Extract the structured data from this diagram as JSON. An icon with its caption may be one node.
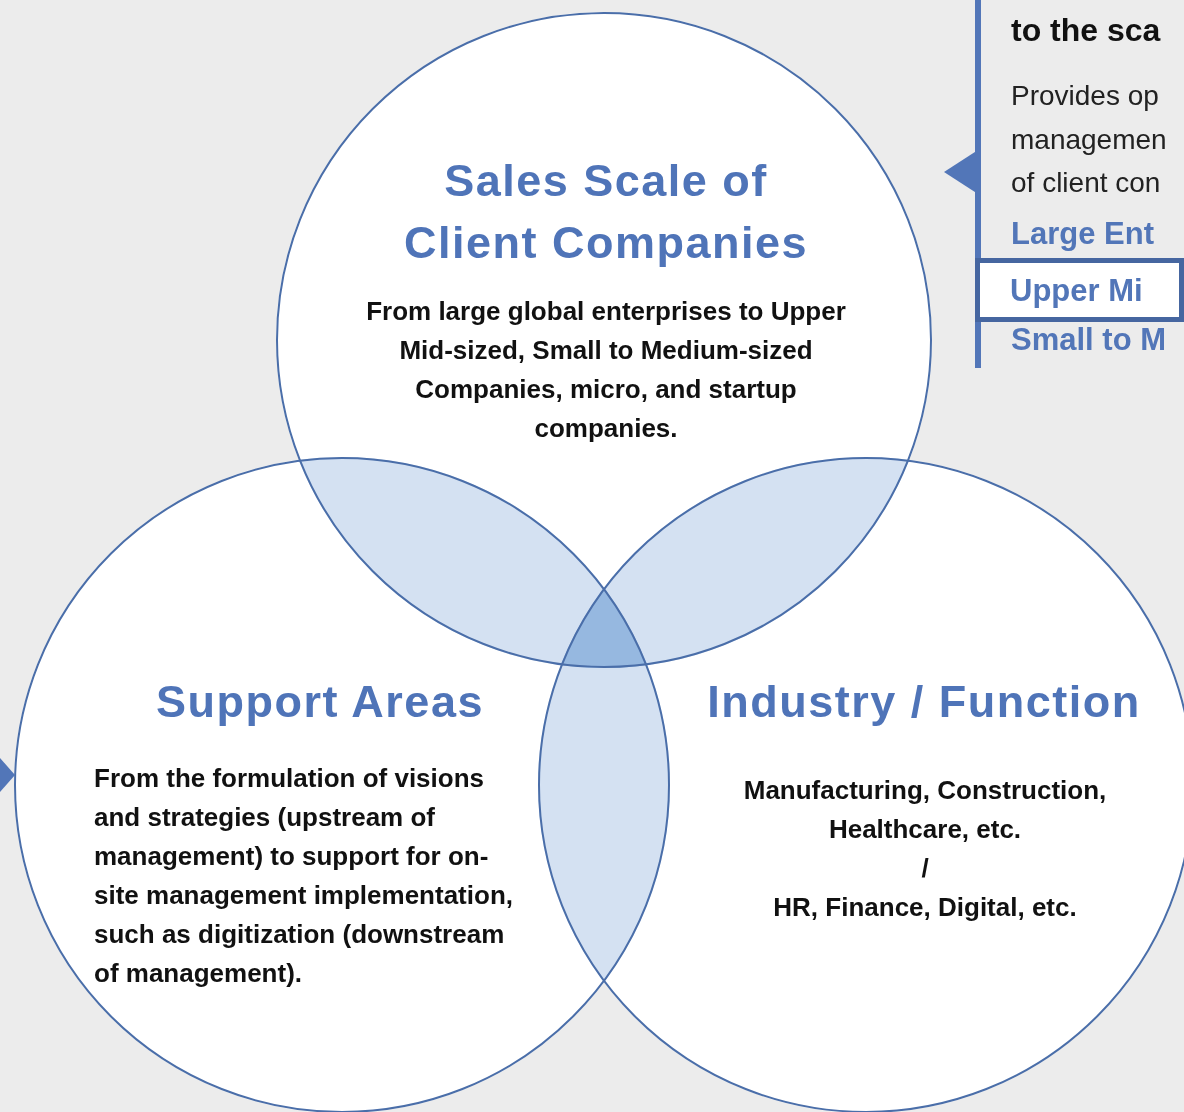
{
  "diagram": {
    "nodes": [
      {
        "text": [
          "Sales Scale of Client Companies",
          "From large global enterprises to Upper Mid-sized, Small to Medium-sized Companies, micro, and startup companies."
        ]
      },
      {
        "text": [
          "Support Areas",
          "From the formulation of visions and strategies (upstream of management) to support for on-site management implementation, such as digitization (downstream of management)."
        ]
      },
      {
        "text": [
          "Industry / Function",
          "Manufacturing, Construction, Healthcare, etc.",
          "/",
          "HR, Finance, Digital, etc."
        ]
      },
      {
        "text": [
          "to the sca",
          "Provides op managemen of client con",
          "Large Ent",
          "Small to M"
        ]
      },
      {
        "text": [
          "Upper Mi"
        ],
        "in": 3
      }
    ],
    "edges": []
  }
}
